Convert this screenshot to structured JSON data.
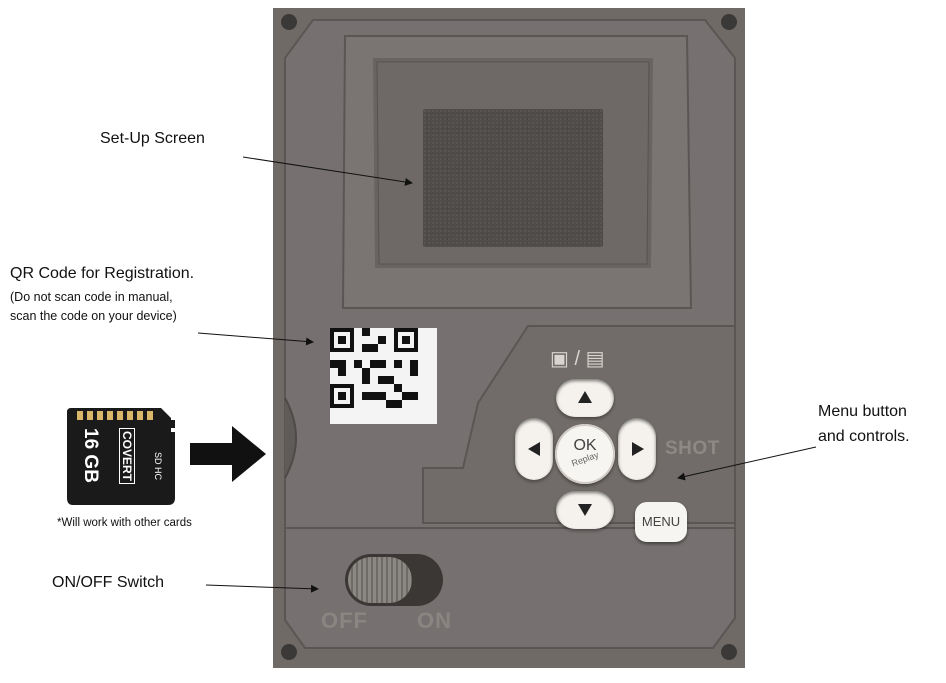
{
  "callouts": {
    "setup_screen": "Set-Up Screen",
    "qr_title": "QR Code for Registration.",
    "qr_note_line1": "(Do not scan code in manual,",
    "qr_note_line2": "scan the code on your device)",
    "menu_line1": "Menu button",
    "menu_line2": "and controls.",
    "switch": "ON/OFF Switch",
    "card_note": "*Will work with other cards"
  },
  "sd_card": {
    "capacity": "16 GB",
    "brand": "COVERT",
    "type": "SD HC"
  },
  "device": {
    "ok_label": "OK",
    "ok_sub": "Replay",
    "menu_label": "MENU",
    "shot_label": "SHOT",
    "off_label": "OFF",
    "on_label": "ON",
    "mode_icons": "▣ / ▤"
  },
  "colors": {
    "housing": "#6f6a66",
    "button": "#f5f2ee",
    "lcd": "#4f4c4a"
  }
}
